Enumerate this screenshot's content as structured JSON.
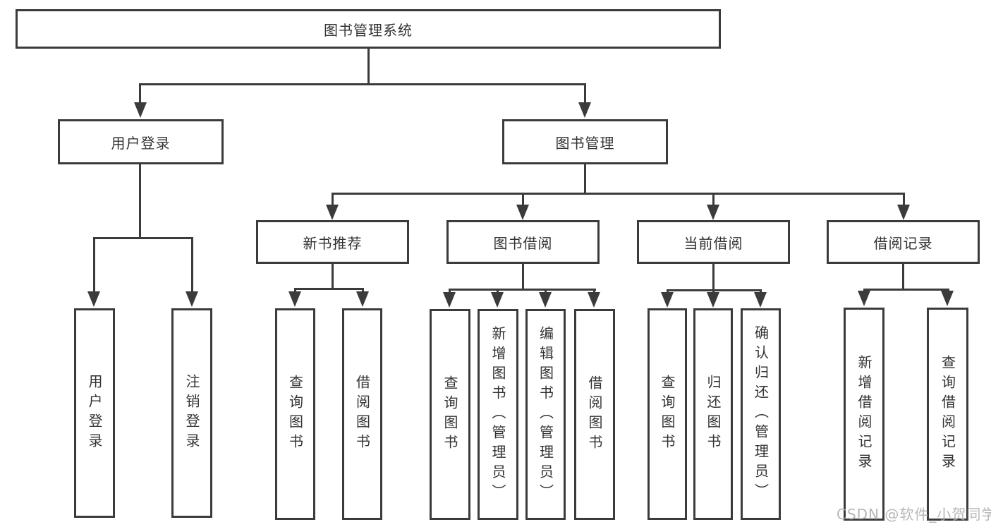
{
  "tree": {
    "root": {
      "label": "图书管理系统",
      "children": [
        {
          "label": "用户登录",
          "children": [
            {
              "label": "用户登录"
            },
            {
              "label": "注销登录"
            }
          ]
        },
        {
          "label": "图书管理",
          "children": [
            {
              "label": "新书推荐",
              "children": [
                {
                  "label": "查询图书"
                },
                {
                  "label": "借阅图书"
                }
              ]
            },
            {
              "label": "图书借阅",
              "children": [
                {
                  "label": "查询图书"
                },
                {
                  "label": "新增图书（管理员）"
                },
                {
                  "label": "编辑图书（管理员）"
                },
                {
                  "label": "借阅图书"
                }
              ]
            },
            {
              "label": "当前借阅",
              "children": [
                {
                  "label": "查询图书"
                },
                {
                  "label": "归还图书"
                },
                {
                  "label": "确认归还（管理员）"
                }
              ]
            },
            {
              "label": "借阅记录",
              "children": [
                {
                  "label": "新增借阅记录"
                },
                {
                  "label": "查询借阅记录"
                }
              ]
            }
          ]
        }
      ]
    }
  },
  "watermark": {
    "text": "CSDN @软件_小贺同学"
  },
  "colors": {
    "line": "#3b3b3b",
    "text": "#333333",
    "background": "#ffffff",
    "watermark": "#ababab"
  }
}
